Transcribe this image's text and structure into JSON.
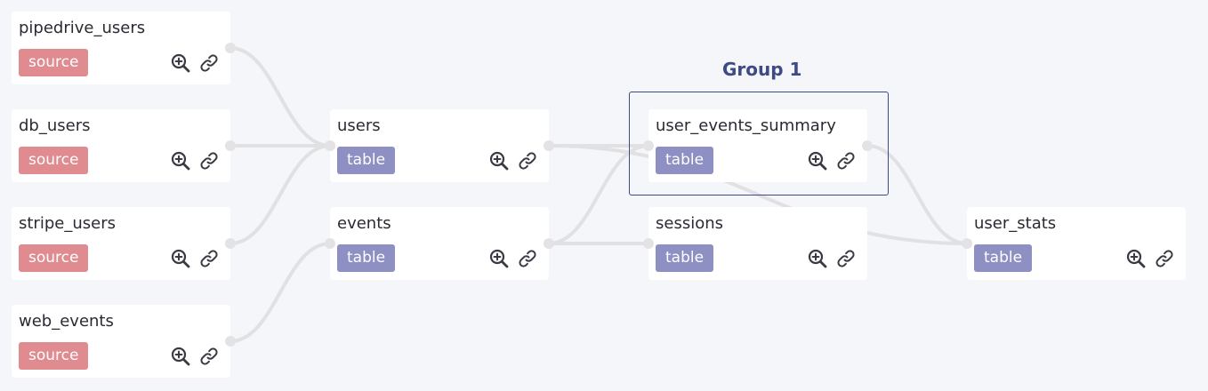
{
  "group": {
    "label": "Group 1"
  },
  "nodes": [
    {
      "id": "pipedrive_users",
      "name": "pipedrive_users",
      "type": "source"
    },
    {
      "id": "db_users",
      "name": "db_users",
      "type": "source"
    },
    {
      "id": "stripe_users",
      "name": "stripe_users",
      "type": "source"
    },
    {
      "id": "web_events",
      "name": "web_events",
      "type": "source"
    },
    {
      "id": "users",
      "name": "users",
      "type": "table"
    },
    {
      "id": "events",
      "name": "events",
      "type": "table"
    },
    {
      "id": "user_events_summary",
      "name": "user_events_summary",
      "type": "table"
    },
    {
      "id": "sessions",
      "name": "sessions",
      "type": "table"
    },
    {
      "id": "user_stats",
      "name": "user_stats",
      "type": "table"
    }
  ],
  "edges": [
    {
      "from": "pipedrive_users",
      "to": "users"
    },
    {
      "from": "db_users",
      "to": "users"
    },
    {
      "from": "stripe_users",
      "to": "users"
    },
    {
      "from": "web_events",
      "to": "events"
    },
    {
      "from": "users",
      "to": "user_events_summary"
    },
    {
      "from": "events",
      "to": "user_events_summary"
    },
    {
      "from": "events",
      "to": "sessions"
    },
    {
      "from": "users",
      "to": "user_stats"
    },
    {
      "from": "user_events_summary",
      "to": "user_stats"
    }
  ],
  "icons": {
    "zoom": "zoom-in-icon",
    "link": "link-icon"
  },
  "colors": {
    "source": "#e08b8f",
    "table": "#8e8fc3",
    "group": "#3e4a86",
    "edge": "#e1e1e3"
  }
}
